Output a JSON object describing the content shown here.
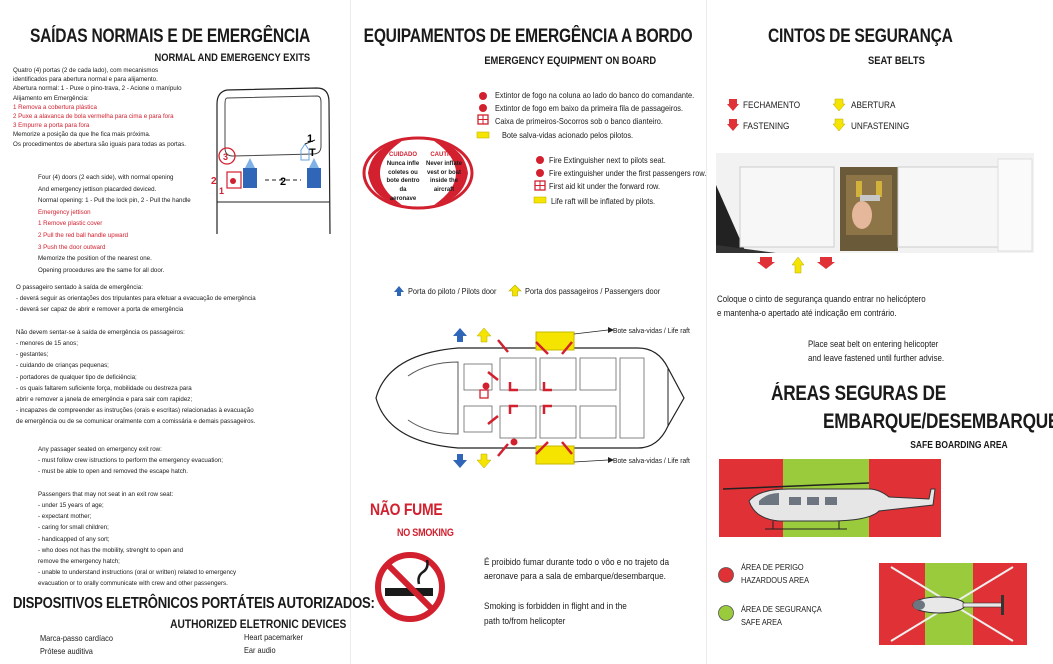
{
  "left": {
    "title": "SAÍDAS NORMAIS E DE EMERGÊNCIA",
    "subtitle": "NORMAL AND EMERGENCY EXITS",
    "pt_lines": [
      {
        "t": "Quatro (4) portas (2 de cada lado), com mecanismos",
        "c": "n"
      },
      {
        "t": "identificados para abertura normal e para alijamento.",
        "c": "n"
      },
      {
        "t": "Abertura normal: 1 - Puxe o pino-trava, 2 - Acione o manípulo",
        "c": "n"
      },
      {
        "t": "Alijamento em Emergência:",
        "c": "n"
      },
      {
        "t": "1   Remova a cobertura plástica",
        "c": "r"
      },
      {
        "t": "2   Puxe a alavanca de bola vermelha para cima e para fora",
        "c": "r"
      },
      {
        "t": "3   Empurre a porta para fora",
        "c": "r"
      },
      {
        "t": "Memorize a posição da que lhe fica mais próxima.",
        "c": "n"
      },
      {
        "t": "Os procedimentos de abertura são iguais para todas as portas.",
        "c": "n"
      }
    ],
    "en_lines": [
      {
        "t": "Four (4) doors (2 each side), with normal opening",
        "c": "n"
      },
      {
        "t": "And emergency jettison placarded deviced.",
        "c": "n"
      },
      {
        "t": "Normal opening: 1 - Pull the lock pin, 2 - Pull the handle",
        "c": "n"
      },
      {
        "t": "Emergency jettison",
        "c": "r"
      },
      {
        "t": "1   Remove plastic cover",
        "c": "r"
      },
      {
        "t": "2   Pull the red ball handle upward",
        "c": "r"
      },
      {
        "t": "3   Push the door outward",
        "c": "r"
      },
      {
        "t": "Memorize the position of the nearest one.",
        "c": "n"
      },
      {
        "t": "Opening procedures are the same for all door.",
        "c": "n"
      }
    ],
    "door_labels": {
      "one": "1",
      "two": "2",
      "three": "3"
    },
    "seat_lines": [
      "O passageiro sentado à saída de emergência:",
      "- deverá seguir as orientações dos tripulantes para efetuar a evacuação de emergência",
      "- deverá ser capaz de abrir e remover a porta de emergência",
      "",
      "Não devem sentar-se à saída de emergência os passageiros:",
      "- menores de 15 anos;",
      "- gestantes;",
      "- cuidando de crianças pequenas;",
      "- portadores de qualquer tipo de deficiência;",
      "- os quais faltarem suficiente força, mobilidade ou destreza para",
      "abrir e remover a janela de emergência e para sair com rapidez;",
      "- incapazes de compreender as instruções (orais e escritas) relacionadas à evacuação",
      "de emergência ou de se comunicar oralmente com a comissária e demais passageiros."
    ],
    "seat_en_lines": [
      "Any passager seated on emergency exit row:",
      "- must follow crew istructions to perform the emergency evacuation;",
      "- must be able to open and removed the escape hatch.",
      "",
      "Passengers that may not seat in an exit row seat:",
      "- under 15 years of age;",
      "- expectant mother;",
      "- caring for small children;",
      "- handicapped of any sort;",
      "- who does not has the mobility, strenght to open and",
      "   remove the emergency hatch;",
      "- unable to understand instructions (oral or written) related to emergency",
      "   evacuation or to orally communicate with crew and other passengers."
    ],
    "devices_title": "DISPOSITIVOS ELETRÔNICOS PORTÁTEIS AUTORIZADOS:",
    "devices_subtitle": "AUTHORIZED ELETRONIC DEVICES",
    "devices_pt": [
      "Marca-passo cardíaco",
      "Prótese auditiva"
    ],
    "devices_en": [
      "Heart pacemarker",
      "Ear audio"
    ]
  },
  "middle": {
    "title": "EQUIPAMENTOS DE EMERGÊNCIA A BORDO",
    "subtitle": "EMERGENCY EQUIPMENT ON BOARD",
    "pt_items": [
      "Extintor de fogo na coluna ao lado do banco do comandante.",
      "Extintor de fogo  em baixo da primeira fila de passageiros.",
      "Caixa de primeiros-Socorros sob o banco dianteiro.",
      "Bote salva-vidas acionado pelos pilotos."
    ],
    "en_items": [
      "Fire Extinguisher next to pilots seat.",
      "Fire extinguisher under the first passengers row.",
      "First aid kit under the forward row.",
      "Life raft will be inflated by pilots."
    ],
    "caution": {
      "pt_head": "CUIDADO",
      "pt_lines": [
        "Nunca infle",
        "coletes ou",
        "bote dentro",
        "da aeronave"
      ],
      "en_head": "CAUTION",
      "en_lines": [
        "Never inflate",
        "vest or boat",
        "inside the",
        "aircraft"
      ]
    },
    "legend": {
      "pilot_door": "Porta do piloto  /  Pilots door",
      "pass_door": "Porta dos passageiros  /  Passengers door"
    },
    "raft_label": "Bote salva-vidas / Life raft",
    "no_smoking_pt": "NÃO FUME",
    "no_smoking_en": "NO SMOKING",
    "smoke_pt": [
      "É proibido fumar durante todo o vôo e no trajeto da",
      "aeronave para a sala de embarque/desembarque."
    ],
    "smoke_en": [
      "Smoking is forbidden in flight and in the",
      "path to/from helicopter"
    ]
  },
  "right": {
    "title": "CINTOS DE SEGURANÇA",
    "subtitle": "SEAT BELTS",
    "fastening_pt": "FECHAMENTO",
    "fastening_en": "FASTENING",
    "opening_pt": "ABERTURA",
    "opening_en": "UNFASTENING",
    "belt_pt": [
      "Coloque o cinto de segurança quando entrar no helicóptero",
      "e mantenha-o apertado até indicação em contrário."
    ],
    "belt_en": [
      "Place seat belt on entering helicopter",
      "and leave fastened until further advise."
    ],
    "safe_title_1": "ÁREAS SEGURAS DE",
    "safe_title_2": "EMBARQUE/DESEMBARQUE",
    "safe_subtitle": "SAFE BOARDING AREA",
    "danger_pt": "ÁREA DE PERIGO",
    "danger_en": "HAZARDOUS AREA",
    "safe_pt": "ÁREA DE SEGURANÇA",
    "safe_en": "SAFE AREA"
  },
  "colors": {
    "red": "#e03136",
    "green": "#9acb3c",
    "yellow": "#f4e400",
    "blue": "#2f66b8"
  }
}
